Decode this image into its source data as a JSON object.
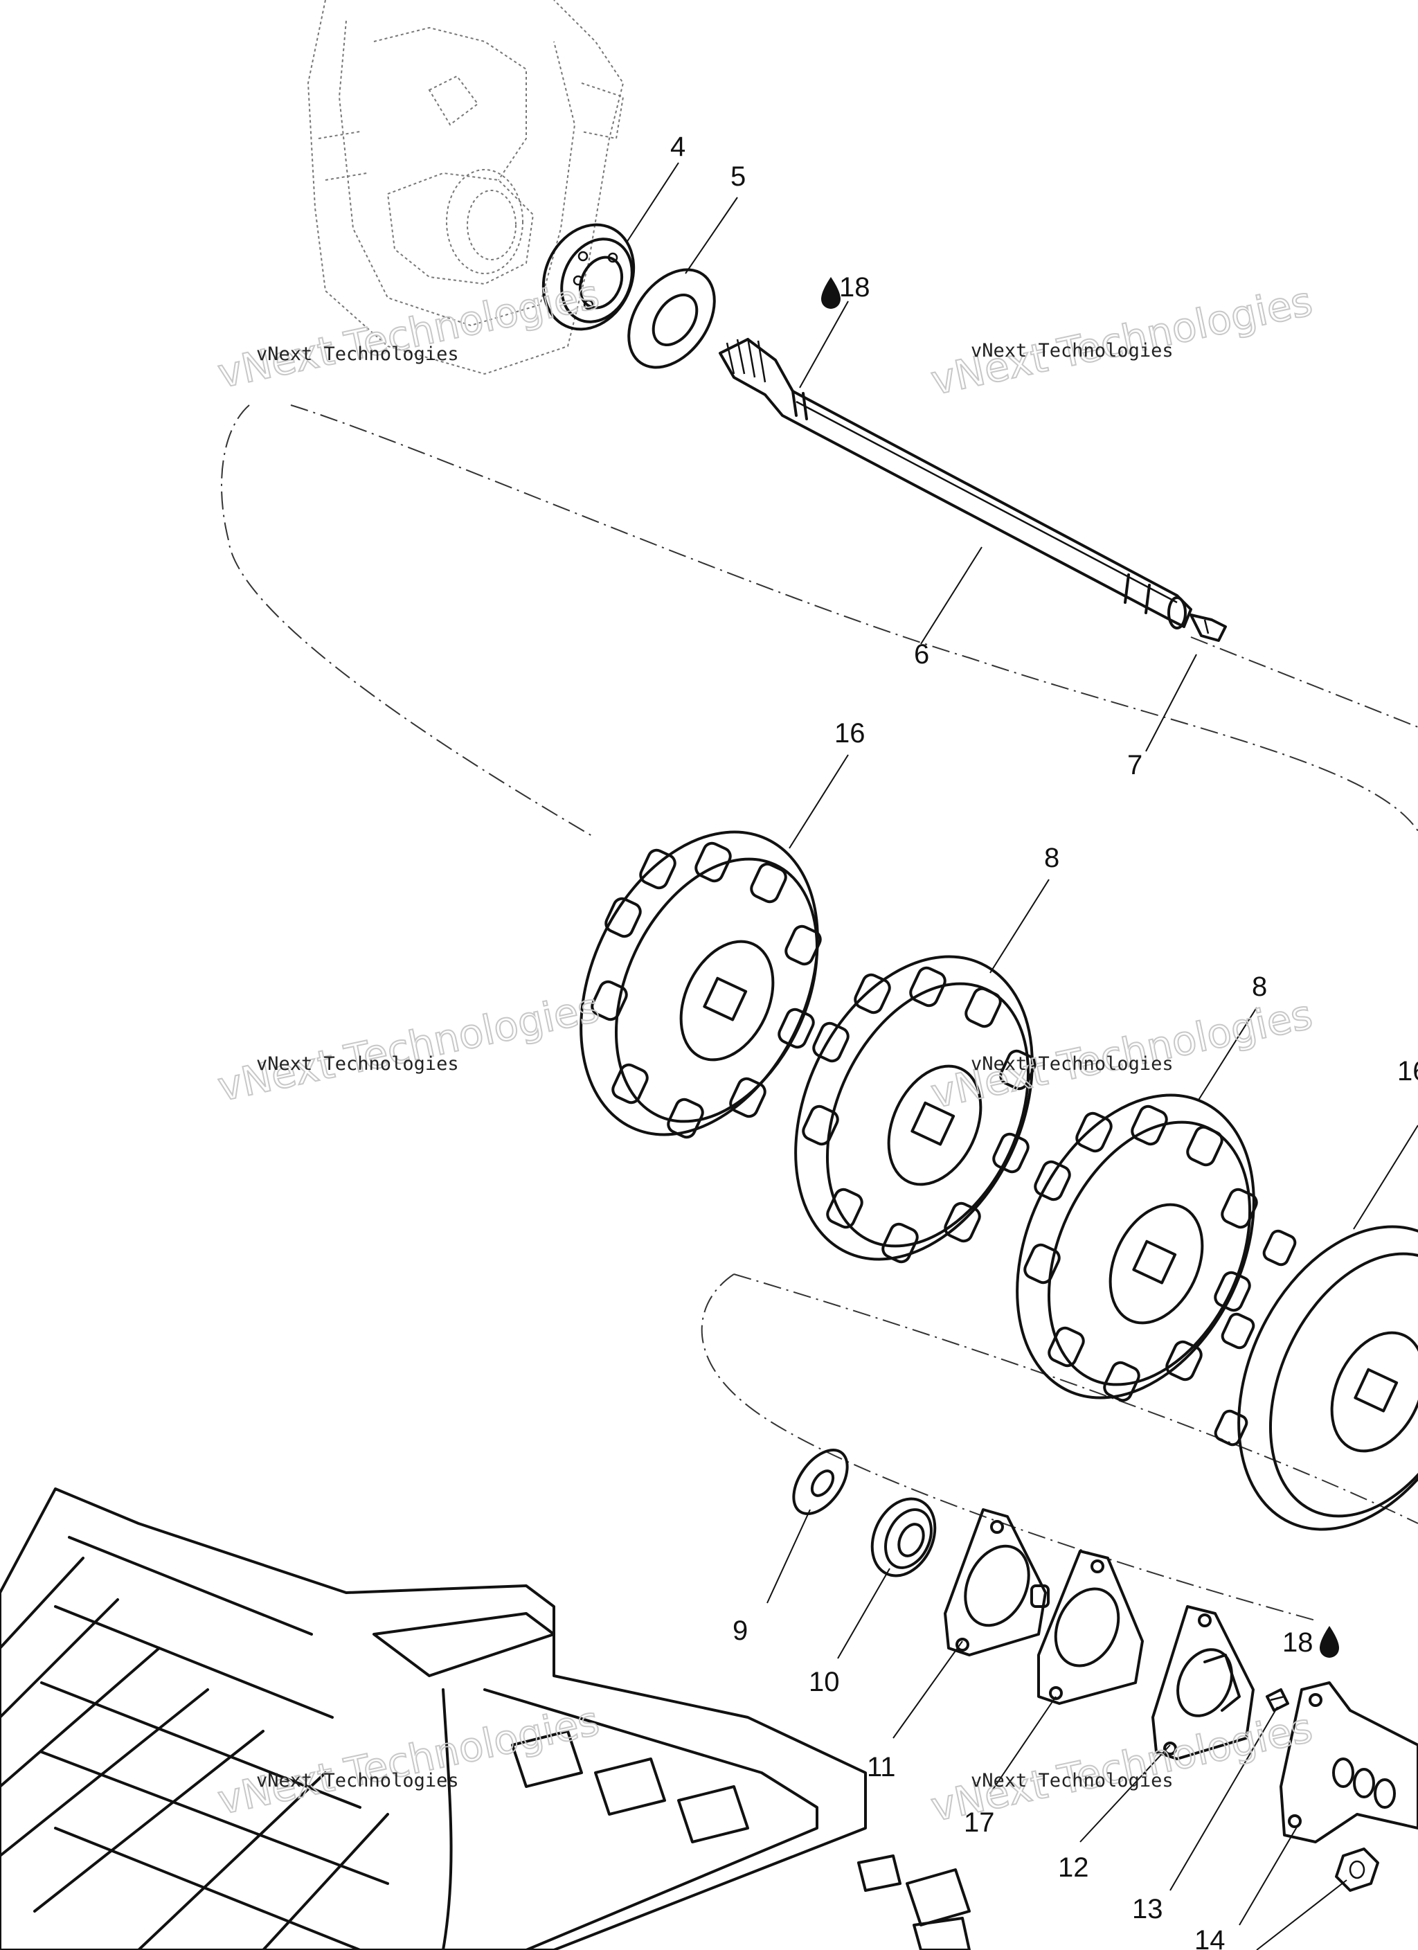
{
  "watermark": {
    "small_text": "vNext Technologies",
    "big_text": "vNext Technologies"
  },
  "callouts": {
    "c4": "4",
    "c5": "5",
    "c18_top": "18",
    "c6": "6",
    "c7": "7",
    "c16_left": "16",
    "c8_a": "8",
    "c8_b": "8",
    "c16_right": "16",
    "c9": "9",
    "c10": "10",
    "c11": "11",
    "c17": "17",
    "c12": "12",
    "c13": "13",
    "c18_bottom": "18",
    "c14": "14"
  },
  "icons": {
    "lubricant": "oil-drop-icon"
  }
}
